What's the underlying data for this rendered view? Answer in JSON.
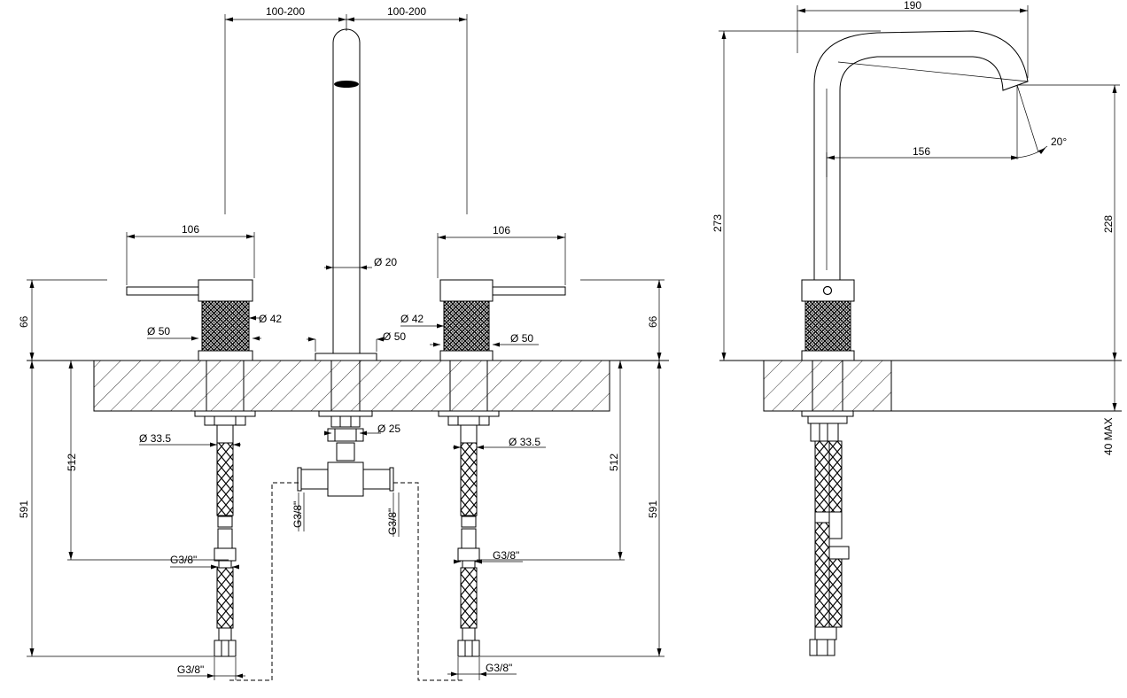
{
  "top_dims": {
    "left_spacing": "100-200",
    "right_spacing": "100-200",
    "left_handle_width": "106",
    "right_handle_width": "106",
    "side_reach": "190"
  },
  "left_valve": {
    "height": "66",
    "body_dia": "42",
    "base_dia": "50",
    "connector_dia": "33.5",
    "hose_height": "512",
    "total_height": "591",
    "thread_upper": "G3/8\"",
    "thread_lower": "G3/8\""
  },
  "spout": {
    "dia": "20",
    "base_dia": "50",
    "connector_dia": "25",
    "tee_left": "G3/8\"",
    "tee_right": "G3/8\""
  },
  "right_valve": {
    "height": "66",
    "body_dia": "42",
    "base_dia": "50",
    "connector_dia": "33.5",
    "hose_height": "512",
    "total_height": "591",
    "thread_upper": "G3/8\"",
    "thread_lower": "G3/8\""
  },
  "side_view": {
    "total_height": "273",
    "outlet_height": "228",
    "projection": "156",
    "angle": "20°",
    "deck_max": "40 MAX"
  },
  "symbols": {
    "diameter": "Ø"
  }
}
